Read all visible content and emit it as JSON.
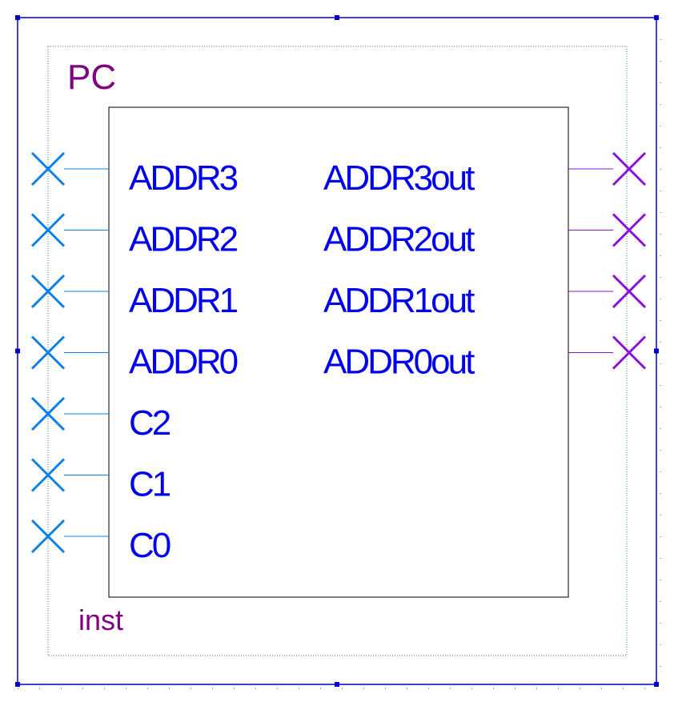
{
  "symbol": {
    "name": "PC",
    "instance": "inst",
    "inputs": [
      "ADDR3",
      "ADDR2",
      "ADDR1",
      "ADDR0",
      "C2",
      "C1",
      "C0"
    ],
    "outputs": [
      "ADDR3out",
      "ADDR2out",
      "ADDR1out",
      "ADDR0out"
    ]
  },
  "colors": {
    "frame": "#0000cc",
    "dotted_border": "#2e8b57",
    "symbol_name": "#800080",
    "instance_name": "#800080",
    "pin_label": "#0000ee",
    "input_pin": "#0a80e8",
    "output_pin": "#8a10e0",
    "body_outline": "#000000"
  },
  "icons": {
    "input_pin": "unconnected-pin-x-icon",
    "output_pin": "unconnected-pin-x-icon"
  }
}
